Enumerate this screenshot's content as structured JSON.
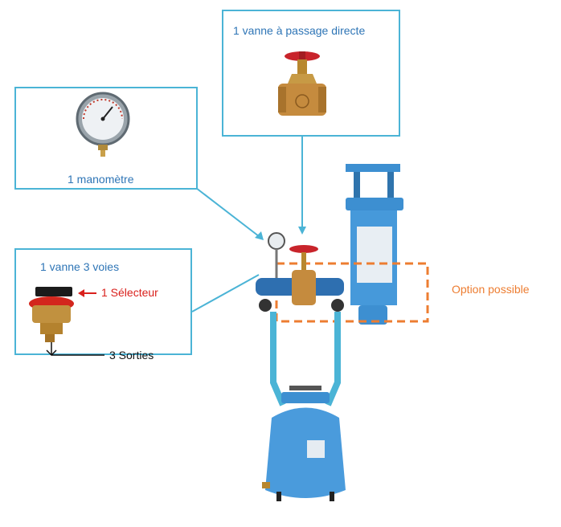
{
  "callouts": {
    "valve_direct": "1 vanne à passage directe",
    "manometer": "1 manomètre",
    "valve_3way": "1 vanne 3 voies",
    "selector": "1 Sélecteur",
    "outputs": "3 Sorties",
    "option": "Option possible"
  },
  "colors": {
    "box_border": "#4bb4d6",
    "label_blue": "#2e75b6",
    "selector_red": "#d9201c",
    "option_orange": "#ed7d31",
    "equipment_blue": "#3d8fd1"
  },
  "icons": [
    "pressure-gauge-icon",
    "gate-valve-icon",
    "three-way-valve-icon",
    "filter-housing-icon",
    "tank-icon"
  ]
}
